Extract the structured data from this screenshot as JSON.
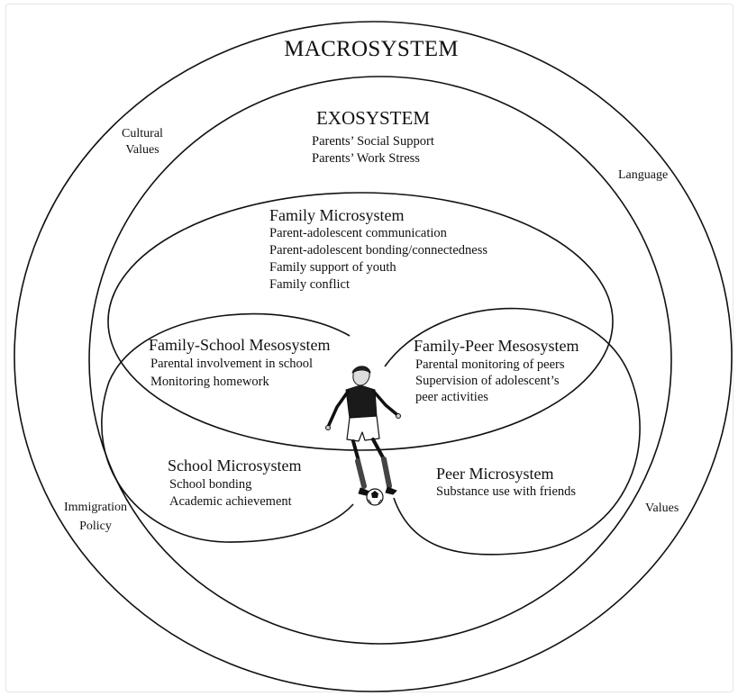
{
  "macrosystem": {
    "title": "MACROSYSTEM",
    "labels": {
      "cultural_values": [
        "Cultural",
        "Values"
      ],
      "language": "Language",
      "immigration_policy": [
        "Immigration",
        "Policy"
      ],
      "values": "Values"
    }
  },
  "exosystem": {
    "title": "EXOSYSTEM",
    "items": [
      "Parents’ Social Support",
      "Parents’ Work Stress"
    ]
  },
  "family_microsystem": {
    "title": "Family Microsystem",
    "items": [
      "Parent-adolescent communication",
      "Parent-adolescent bonding/connectedness",
      "Family support of youth",
      "Family conflict"
    ]
  },
  "family_school_mesosystem": {
    "title": "Family-School Mesosystem",
    "items": [
      "Parental involvement in school",
      "Monitoring homework"
    ]
  },
  "family_peer_mesosystem": {
    "title": "Family-Peer Mesosystem",
    "items": [
      "Parental monitoring of peers",
      "Supervision of adolescent’s",
      "peer activities"
    ]
  },
  "school_microsystem": {
    "title": "School Microsystem",
    "items": [
      "School bonding",
      "Academic achievement"
    ]
  },
  "peer_microsystem": {
    "title": "Peer Microsystem",
    "items": [
      "Substance use with friends"
    ]
  },
  "center_figure": {
    "icon": "soccer-player-icon"
  }
}
